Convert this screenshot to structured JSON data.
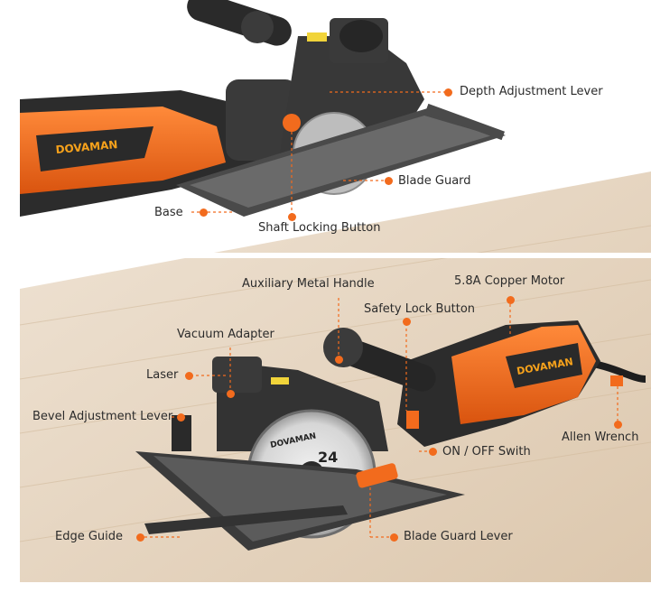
{
  "brand": {
    "logo_text": "DOVAMAN",
    "accent": "#f26b1d",
    "body_dark": "#2a2a2a",
    "floor": "#e6d6c2"
  },
  "blade": {
    "tooth_count": "24",
    "brand": "DOVAMAN"
  },
  "labels": {
    "depth_adjustment_lever": "Depth Adjustment Lever",
    "blade_guard": "Blade Guard",
    "base": "Base",
    "shaft_locking_button": "Shaft Locking Button",
    "auxiliary_metal_handle": "Auxiliary Metal Handle",
    "copper_motor": "5.8A Copper Motor",
    "safety_lock_button": "Safety Lock Button",
    "vacuum_adapter": "Vacuum Adapter",
    "laser": "Laser",
    "bevel_adjustment_lever": "Bevel Adjustment Lever",
    "on_off_switch": "ON / OFF Swith",
    "allen_wrench": "Allen Wrench",
    "edge_guide": "Edge Guide",
    "blade_guard_lever": "Blade Guard Lever"
  }
}
